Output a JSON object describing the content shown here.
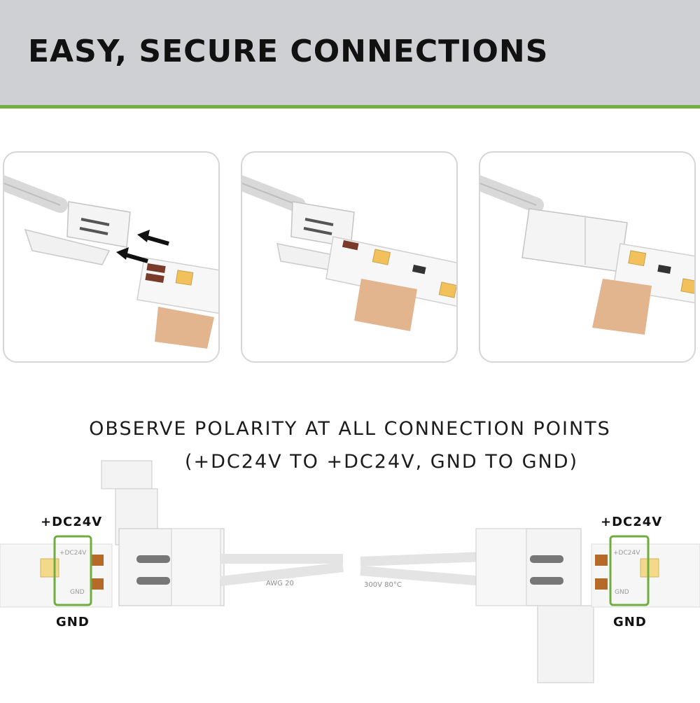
{
  "header": {
    "title": "EASY, SECURE CONNECTIONS",
    "background_color": "#cfd0d3",
    "accent_color": "#72b043"
  },
  "steps": [
    {
      "name": "insert-strip",
      "shows_arrows": true
    },
    {
      "name": "strip-inserted",
      "shows_arrows": false
    },
    {
      "name": "connector-closed",
      "shows_arrows": false
    }
  ],
  "instructions": {
    "line1": "OBSERVE POLARITY AT ALL CONNECTION POINTS",
    "line2": "(+DC24V TO +DC24V, GND TO GND)"
  },
  "diagram": {
    "left": {
      "positive_label": "+DC24V",
      "ground_label": "GND",
      "pad_positive_text": "+DC24V",
      "pad_ground_text": "GND"
    },
    "right": {
      "positive_label": "+DC24V",
      "ground_label": "GND",
      "pad_positive_text": "+DC24V",
      "pad_ground_text": "GND"
    },
    "cable_marking_left": "AWG 20",
    "cable_marking_right": "300V 80°C",
    "highlight_color": "#6fae3e"
  }
}
